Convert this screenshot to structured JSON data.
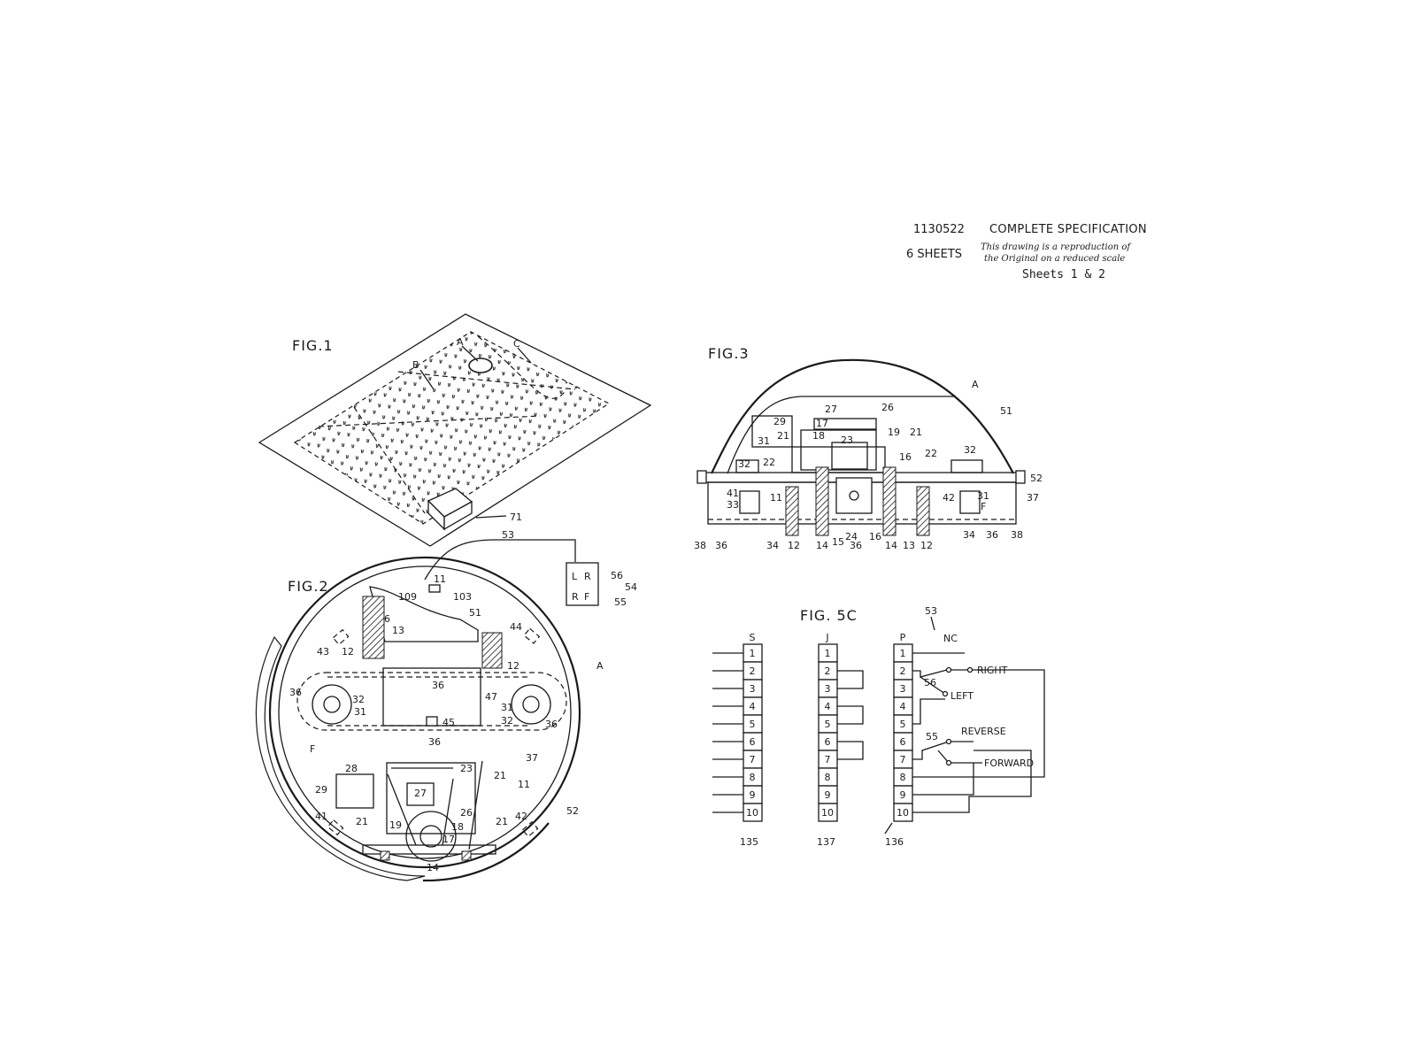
{
  "header": {
    "number": "1130522",
    "title": "COMPLETE SPECIFICATION",
    "sheets": "6  SHEETS",
    "note_line1": "This drawing is a reproduction of",
    "note_line2": "the Original on a reduced scale",
    "sub": "Sheets 1 & 2"
  },
  "fig1": {
    "title": "FIG.1",
    "labels": {
      "a": "A",
      "b": "B",
      "c": "C",
      "base": "71"
    }
  },
  "fig2": {
    "title": "FIG.2",
    "labels": {
      "cable": "53",
      "l": "L",
      "r": "R",
      "r2": "R",
      "f": "F",
      "n56": "56",
      "n54": "54",
      "n55": "55",
      "n11a": "11",
      "n109": "109",
      "n103": "103",
      "n51": "51",
      "n6": "6",
      "n13": "13",
      "n43": "43",
      "n12a": "12",
      "n12b": "12",
      "n44": "44",
      "a": "A",
      "n36a": "36",
      "n36b": "36",
      "n36c": "36",
      "n36d": "36",
      "n32a": "32",
      "n32b": "32",
      "n31a": "31",
      "n31b": "31",
      "n47": "47",
      "n45": "45",
      "n37": "37",
      "n28": "28",
      "n23": "23",
      "n21a": "21",
      "n27": "27",
      "n11b": "11",
      "n29": "29",
      "n41": "41",
      "n42": "42",
      "n52": "52",
      "n21b": "21",
      "n21c": "21",
      "n19": "19",
      "n26": "26",
      "n18": "18",
      "n17": "17",
      "n14": "14"
    }
  },
  "fig3": {
    "title": "FIG.3",
    "labels": {
      "a": "A",
      "n51": "51",
      "n27": "27",
      "n26": "26",
      "n29": "29",
      "n17": "17",
      "n21a": "21",
      "n18": "18",
      "n19": "19",
      "n21b": "21",
      "n31a": "31",
      "n23": "23",
      "n32a": "32",
      "n22a": "22",
      "n16a": "16",
      "n22b": "22",
      "n32b": "32",
      "n52": "52",
      "n41": "41",
      "n11": "11",
      "n33": "33",
      "n42": "42",
      "n31b": "31",
      "f": "F",
      "n37": "37",
      "n38a": "38",
      "n36a": "36",
      "n34a": "34",
      "n12a": "12",
      "n14a": "14",
      "n15": "15",
      "n24": "24",
      "n36b": "36",
      "n16b": "16",
      "n14b": "14",
      "n13": "13",
      "n12b": "12",
      "n34b": "34",
      "n36c": "36",
      "n38b": "38"
    }
  },
  "fig5c": {
    "title": "FIG. 5C",
    "cable": "53",
    "nc": "NC",
    "strips": [
      {
        "head": "S",
        "foot": "135"
      },
      {
        "head": "J",
        "foot": "137"
      },
      {
        "head": "P",
        "foot": "136"
      }
    ],
    "terminals": [
      "1",
      "2",
      "3",
      "4",
      "5",
      "6",
      "7",
      "8",
      "9",
      "10"
    ],
    "switches": {
      "n56": "56",
      "n55": "55",
      "right": "RIGHT",
      "left": "LEFT",
      "reverse": "REVERSE",
      "forward": "FORWARD"
    }
  }
}
